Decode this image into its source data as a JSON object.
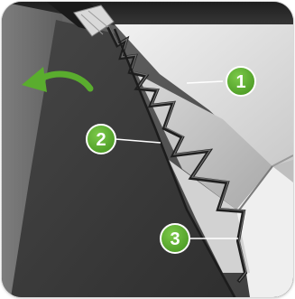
{
  "figure": {
    "accent_color": "#5aad2e",
    "arrow_color": "#5aad2e",
    "callouts": [
      {
        "label": "1"
      },
      {
        "label": "2"
      },
      {
        "label": "3"
      }
    ],
    "icons": {
      "direction": "curved-arrow-left-icon"
    }
  }
}
